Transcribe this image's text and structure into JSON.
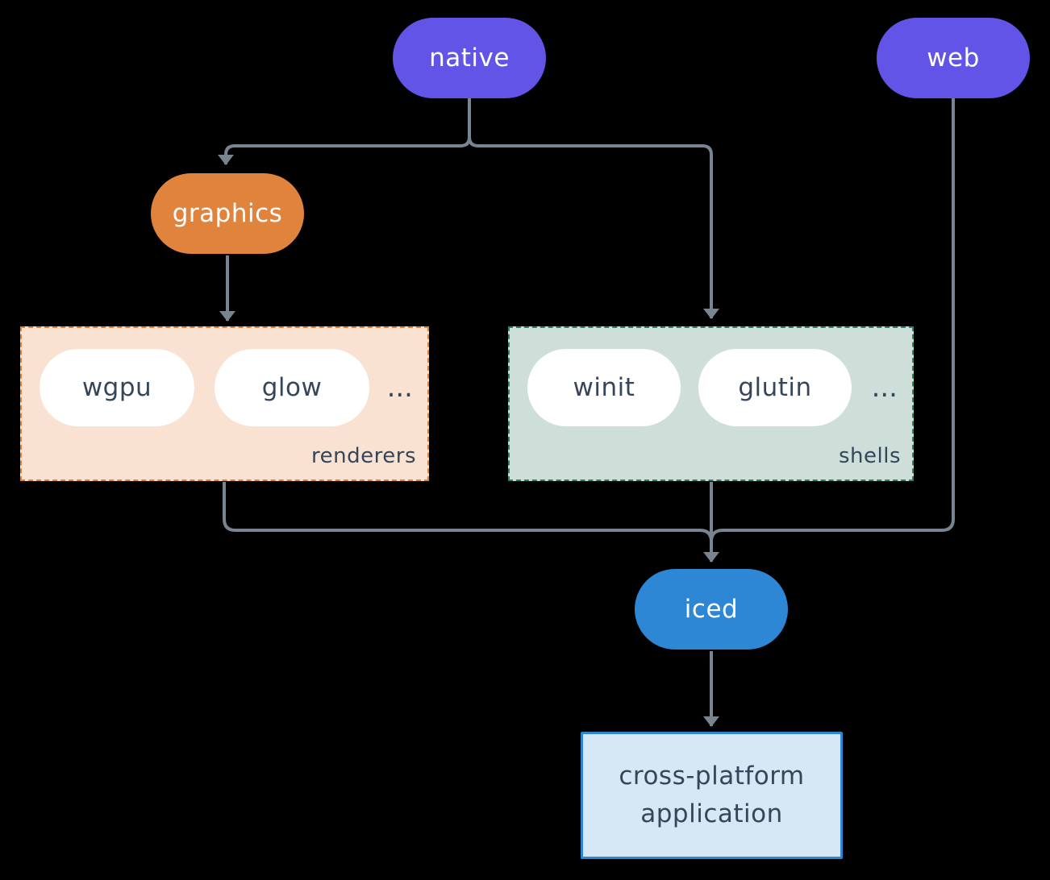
{
  "diagram": {
    "colors": {
      "background": "#000000",
      "edge": "#78848f",
      "violet": "#6254e6",
      "orange": "#e0843d",
      "blue": "#2d87d5",
      "ink": "#36465a",
      "white": "#ffffff",
      "peach_bg": "#f9e2d2",
      "peach_border": "#df8038",
      "sage_bg": "#cedfd9",
      "sage_border": "#2e7d6e",
      "app_bg": "#d6e7f6",
      "app_border": "#2e86d2"
    },
    "nodes": {
      "native": {
        "label": "native"
      },
      "web": {
        "label": "web"
      },
      "graphics": {
        "label": "graphics"
      },
      "iced": {
        "label": "iced"
      },
      "app": {
        "line1": "cross-platform",
        "line2": "application"
      }
    },
    "groups": {
      "renderers": {
        "label": "renderers",
        "items": [
          {
            "label": "wgpu"
          },
          {
            "label": "glow"
          }
        ],
        "ellipsis": "..."
      },
      "shells": {
        "label": "shells",
        "items": [
          {
            "label": "winit"
          },
          {
            "label": "glutin"
          }
        ],
        "ellipsis": "..."
      }
    }
  }
}
